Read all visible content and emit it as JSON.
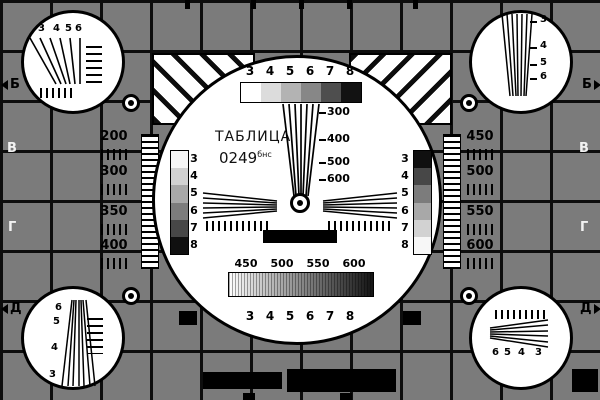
{
  "colors": {
    "bg": "#7b7b7b",
    "line": "#0d0d0d",
    "white": "#ffffff",
    "black": "#000000"
  },
  "center_circle": {
    "title": "ТАБЛИЦА",
    "code": "0249",
    "code_sup": "бнс",
    "top_numbers": [
      "3",
      "4",
      "5",
      "6",
      "7",
      "8"
    ],
    "top_steps": [
      "#ffffff",
      "#dcdcdc",
      "#b3b3b3",
      "#878787",
      "#4e4e4e",
      "#121212"
    ],
    "left_numbers": [
      "3",
      "4",
      "5",
      "6",
      "7",
      "8"
    ],
    "left_steps": [
      "#f7f7f7",
      "#d2d2d2",
      "#a8a8a8",
      "#7c7c7c",
      "#474747",
      "#101010"
    ],
    "right_numbers": [
      "3",
      "4",
      "5",
      "6",
      "7",
      "8"
    ],
    "right_steps": [
      "#101010",
      "#474747",
      "#7c7c7c",
      "#a8a8a8",
      "#d2d2d2",
      "#f7f7f7"
    ],
    "wedge_labels": [
      "300",
      "400",
      "500",
      "600"
    ],
    "burst_labels": [
      "450",
      "500",
      "550",
      "600"
    ],
    "bottom_numbers": [
      "3",
      "4",
      "5",
      "6",
      "7",
      "8"
    ]
  },
  "left_panel": {
    "values": [
      "200",
      "300",
      "350",
      "400"
    ]
  },
  "right_panel": {
    "values": [
      "450",
      "500",
      "550",
      "600"
    ]
  },
  "edge_letters": {
    "left": [
      "Б",
      "В",
      "Г",
      "Д"
    ],
    "right": [
      "Б",
      "В",
      "Г",
      "Д"
    ]
  },
  "corners": {
    "top_left": {
      "numbers": [
        "3",
        "4",
        "5",
        "6"
      ]
    },
    "top_right": {
      "numbers": [
        "3",
        "4",
        "5",
        "6"
      ]
    },
    "bottom_left": {
      "numbers": [
        "6",
        "5",
        "4",
        "3"
      ]
    },
    "bottom_right": {
      "numbers": [
        "6",
        "5",
        "4",
        "3"
      ]
    }
  }
}
